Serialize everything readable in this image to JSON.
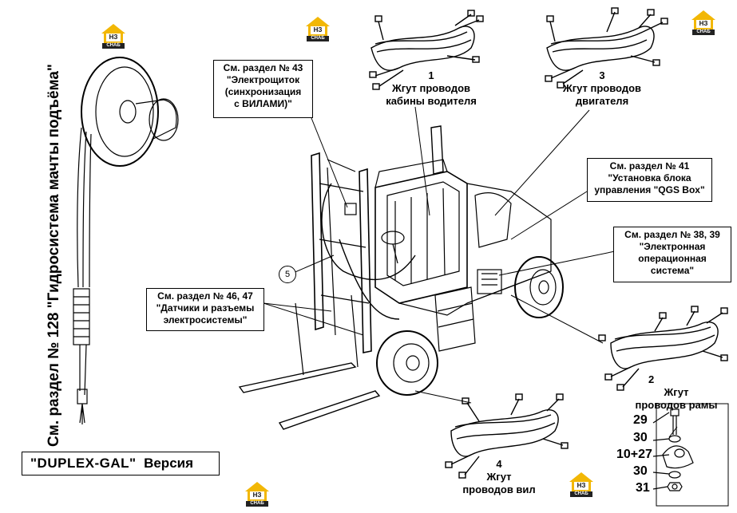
{
  "vertical_title": "См. раздел № 128 \"Гидросистема мачты подъёма\"",
  "version_label": {
    "name": "\"DUPLEX-GAL\"",
    "suffix": "Версия"
  },
  "logo": {
    "text": "НЗ",
    "sub": "СНАБ",
    "color": "#f2b705"
  },
  "boxes": {
    "s43": [
      "См. раздел № 43",
      "\"Электрощиток",
      "(синхронизация",
      "с ВИЛАМИ)\""
    ],
    "s41": [
      "См. раздел № 41",
      "\"Установка блока",
      "управления \"QGS Box\""
    ],
    "s38": [
      "См. раздел № 38, 39",
      "\"Электронная",
      "операционная",
      "система\""
    ],
    "s46": [
      "См. раздел № 46, 47",
      "\"Датчики и разъемы",
      "электросистемы\""
    ]
  },
  "harnesses": {
    "h1": {
      "num": "1",
      "lines": [
        "Жгут проводов",
        "кабины водителя"
      ]
    },
    "h3": {
      "num": "3",
      "lines": [
        "Жгут проводов",
        "двигателя"
      ]
    },
    "h2": {
      "num": "2",
      "lines": [
        "Жгут",
        "проводов рамы"
      ]
    },
    "h4": {
      "num": "4",
      "lines": [
        "Жгут",
        "проводов вил"
      ]
    }
  },
  "callout": "5",
  "parts": [
    "29",
    "30",
    "10+27",
    "30",
    "31"
  ]
}
